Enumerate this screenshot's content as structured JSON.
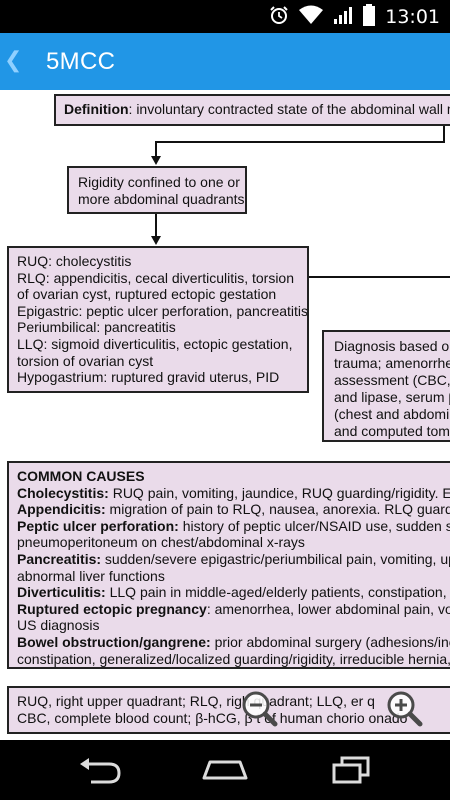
{
  "status_bar": {
    "time": "13:01",
    "icons": [
      "alarm-icon",
      "wifi-icon",
      "signal-icon",
      "battery-icon"
    ]
  },
  "app_bar": {
    "title": "5MCC",
    "back_icon": "chevron-left-icon",
    "color": "#2196e6"
  },
  "flowchart": {
    "definition": {
      "label": "Definition",
      "text": ": involuntary contracted state of the abdominal wall mu"
    },
    "rigidity_box": {
      "lines": [
        "Rigidity confined to one or",
        "more abdominal quadrants"
      ]
    },
    "quadrant_box": {
      "lines": [
        "RUQ: cholecystitis",
        "RLQ: appendicitis, cecal diverticulitis, torsion",
        "of ovarian cyst, ruptured ectopic gestation",
        "Epigastric: peptic ulcer perforation, pancreatitis",
        "Periumbilical: pancreatitis",
        "LLQ: sigmoid diverticulitis, ectopic gestation,",
        "torsion of ovarian cyst",
        "Hypogastrium: ruptured gravid uterus, PID"
      ]
    },
    "diagnosis_box": {
      "lines": [
        "Diagnosis based on",
        "trauma; amenorrhea",
        "assessment (CBC,",
        "and lipase, serum β",
        "(chest and abdomin",
        "and computed tomo"
      ]
    }
  },
  "common_causes": {
    "heading": "COMMON CAUSES",
    "items": [
      {
        "label": "Cholecystitis:",
        "text": " RUQ pain, vomiting, jaundice, RUQ guarding/rigidity. Ele"
      },
      {
        "label": "Appendicitis:",
        "text": " migration of pain to RLQ, nausea, anorexia. RLQ guardin"
      },
      {
        "label": "Peptic ulcer perforation:",
        "text": " history of peptic ulcer/NSAID use, sudden sev"
      },
      {
        "label": "",
        "text": "pneumoperitoneum on chest/abdominal x-rays"
      },
      {
        "label": "Pancreatitis:",
        "text": " sudden/severe epigastric/periumbilical pain, vomiting, upp"
      },
      {
        "label": "",
        "text": "abnormal liver functions"
      },
      {
        "label": "Diverticulitis:",
        "text": " LLQ pain in middle-aged/elderly patients, constipation, vo"
      },
      {
        "label": "Ruptured ectopic pregnancy",
        "text": ": amenorrhea, lower abdominal pain, vom"
      },
      {
        "label": "",
        "text": "US diagnosis"
      },
      {
        "label": "Bowel obstruction/gangrene:",
        "text": " prior abdominal surgery (adhesions/incis"
      },
      {
        "label": "",
        "text": "constipation, generalized/localized guarding/rigidity, irreducible hernia, d"
      }
    ]
  },
  "abbreviations": {
    "lines": [
      "RUQ, right upper quadrant; RLQ, righ           quadrant; LLQ,       er q",
      "CBC, complete blood count; β-hCG, β             t of human chorio    onado"
    ]
  },
  "zoom": {
    "out_icon": "zoom-out-icon",
    "in_icon": "zoom-in-icon"
  },
  "nav_bar": {
    "icons": [
      "back-icon",
      "home-icon",
      "recent-apps-icon"
    ]
  }
}
